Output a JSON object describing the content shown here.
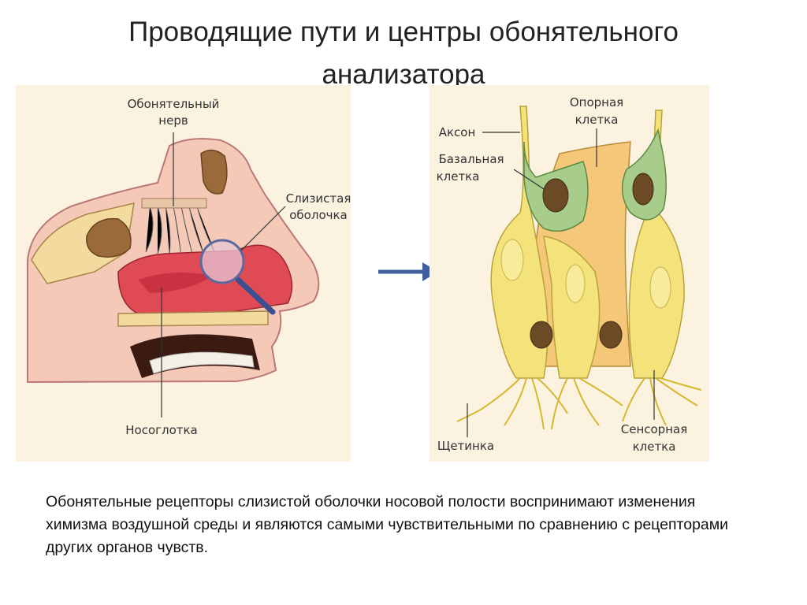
{
  "title": "Проводящие пути и центры обонятельного анализатора",
  "left_diagram": {
    "labels": {
      "olfactory_nerve_1": "Обонятельный",
      "olfactory_nerve_2": "нерв",
      "mucosa_1": "Слизистая",
      "mucosa_2": "оболочка",
      "nasopharynx": "Носоглотка"
    }
  },
  "right_diagram": {
    "labels": {
      "axon": "Аксон",
      "supporting_cell_1": "Опорная",
      "supporting_cell_2": "клетка",
      "basal_cell_1": "Базальная",
      "basal_cell_2": "клетка",
      "cilium": "Щетинка",
      "sensory_cell_1": "Сенсорная",
      "sensory_cell_2": "клетка"
    }
  },
  "caption": "Обонятельные рецепторы слизистой оболочки носовой полости воспринимают изменения химизма воздушной среды и являются самыми чувствительными по сравнению с рецепторами других органов чувств.",
  "colors": {
    "panel_bg": "#fbf3e0",
    "skin": "#f5c9b8",
    "mucosa": "#e04a55",
    "bone": "#f3dba0",
    "sensory_cell": "#f4e27a",
    "supporting_cell": "#f5c779",
    "basal_cell": "#a8cc8a",
    "nucleus": "#6b4a26",
    "arrow": "#3f5f9e"
  }
}
